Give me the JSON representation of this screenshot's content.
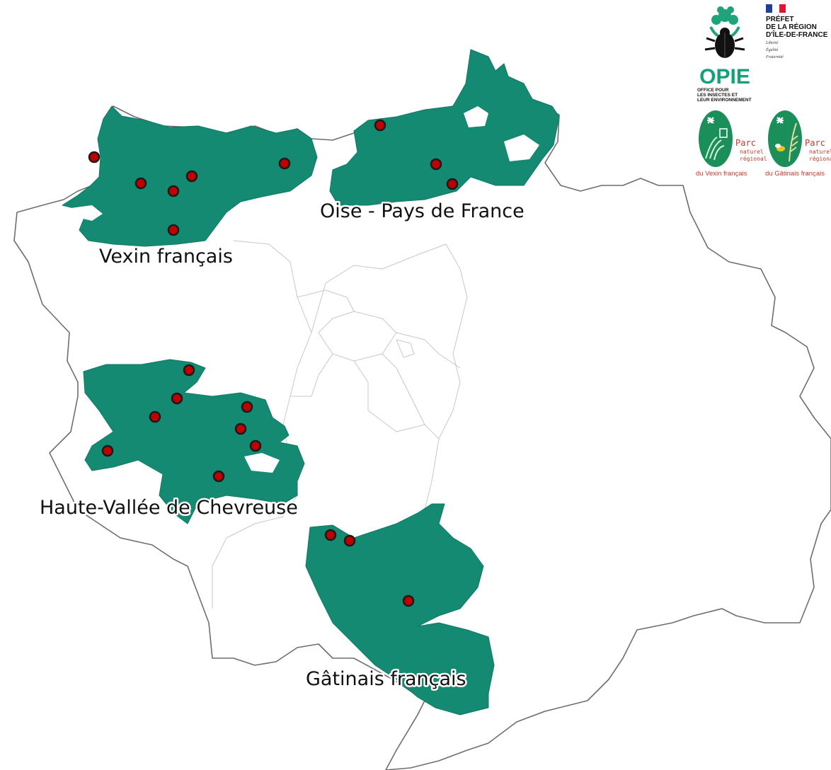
{
  "map": {
    "parks": [
      {
        "id": "vexin",
        "label": "Vexin français"
      },
      {
        "id": "oise",
        "label": "Oise - Pays de France"
      },
      {
        "id": "chevreuse",
        "label": "Haute-Vallée de Chevreuse"
      },
      {
        "id": "gatinais",
        "label": "Gâtinais français"
      }
    ],
    "colors": {
      "park_fill": "#148a72",
      "site_marker": "#c00000",
      "region_border": "#6e6e6e",
      "department_border": "#c8c8c8"
    }
  },
  "logos": {
    "opie": {
      "name": "OPIE",
      "subtitle_lines": [
        "OFFICE POUR",
        "LES INSECTES ET",
        "LEUR ENVIRONNEMENT"
      ]
    },
    "prefet": {
      "lines": [
        "PRÉFET",
        "DE LA RÉGION",
        "D'ÎLE-DE-FRANCE"
      ],
      "motto": [
        "Liberté",
        "Égalité",
        "Fraternité"
      ]
    },
    "pnr_vexin": {
      "parc": "Parc",
      "naturel": "naturel",
      "regional": "régional",
      "name": "du Vexin français"
    },
    "pnr_gatinais": {
      "parc": "Parc",
      "naturel": "naturel",
      "regional": "régional",
      "name": "du Gâtinais français"
    }
  }
}
